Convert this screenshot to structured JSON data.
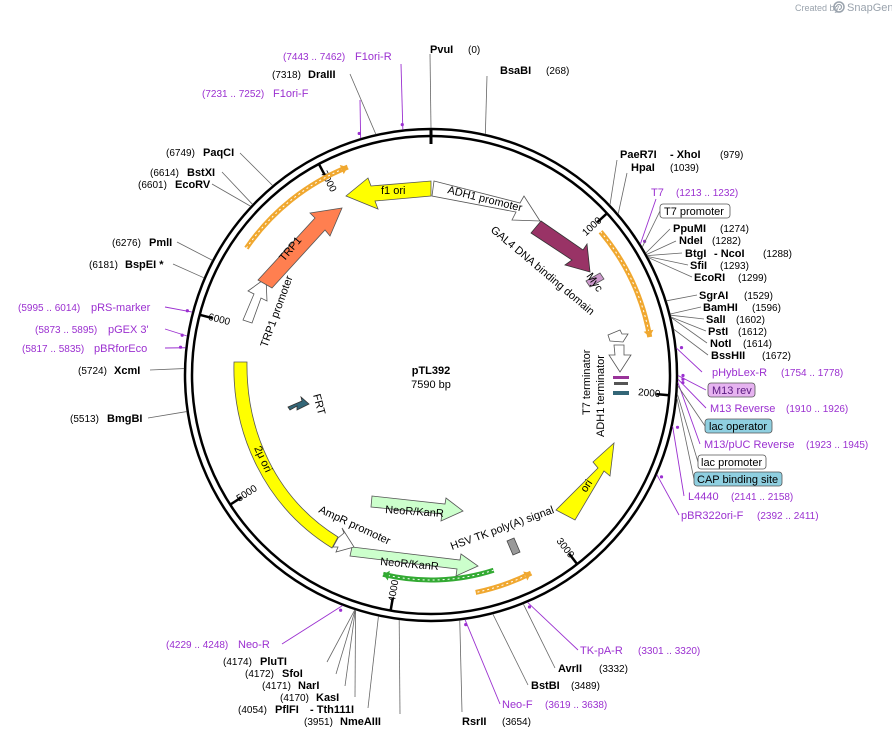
{
  "header": {
    "credit": "Created by",
    "brand": "SnapGene"
  },
  "plasmid": {
    "name": "pTL392",
    "size_label": "7590 bp",
    "length": 7590
  },
  "ticks": [
    {
      "pos": 1000,
      "label": "1000"
    },
    {
      "pos": 2000,
      "label": "2000"
    },
    {
      "pos": 3000,
      "label": "3000"
    },
    {
      "pos": 4000,
      "label": "4000"
    },
    {
      "pos": 5000,
      "label": "5000"
    },
    {
      "pos": 6000,
      "label": "6000"
    },
    {
      "pos": 7000,
      "label": "7000"
    }
  ],
  "sites": [
    {
      "name": "PvuI",
      "pos": "(0)",
      "bp": 0
    },
    {
      "name": "BsaBI",
      "pos": "(268)",
      "bp": 268
    },
    {
      "name": "PaeR7I",
      "suffix": "- XhoI",
      "pos": "(979)",
      "bp": 979
    },
    {
      "name": "HpaI",
      "pos": "(1039)",
      "bp": 1039
    },
    {
      "name": "PpuMI",
      "pos": "(1274)",
      "bp": 1274
    },
    {
      "name": "NdeI",
      "pos": "(1282)",
      "bp": 1282
    },
    {
      "name": "BtgI",
      "suffix": "- NcoI",
      "pos": "(1288)",
      "bp": 1288
    },
    {
      "name": "SfiI",
      "pos": "(1293)",
      "bp": 1293
    },
    {
      "name": "EcoRI",
      "pos": "(1299)",
      "bp": 1299
    },
    {
      "name": "SgrAI",
      "pos": "(1529)",
      "bp": 1529
    },
    {
      "name": "BamHI",
      "pos": "(1596)",
      "bp": 1596
    },
    {
      "name": "SalI",
      "pos": "(1602)",
      "bp": 1602
    },
    {
      "name": "PstI",
      "pos": "(1612)",
      "bp": 1612
    },
    {
      "name": "NotI",
      "pos": "(1614)",
      "bp": 1614
    },
    {
      "name": "BssHII",
      "pos": "(1672)",
      "bp": 1672
    },
    {
      "name": "AvrII",
      "pos": "(3332)",
      "bp": 3332
    },
    {
      "name": "BstBI",
      "pos": "(3489)",
      "bp": 3489
    },
    {
      "name": "RsrII",
      "pos": "(3654)",
      "bp": 3654
    },
    {
      "name": "NmeAIII",
      "pos": "(3951)",
      "bp": 3951
    },
    {
      "name": "PflFI",
      "suffix": "- Tth111I",
      "pos": "(4054)",
      "bp": 4054
    },
    {
      "name": "KasI",
      "pos": "(4170)",
      "bp": 4170
    },
    {
      "name": "NarI",
      "pos": "(4171)",
      "bp": 4171
    },
    {
      "name": "SfoI",
      "pos": "(4172)",
      "bp": 4172
    },
    {
      "name": "PluTI",
      "pos": "(4174)",
      "bp": 4174
    },
    {
      "name": "BmgBI",
      "pos": "(5513)",
      "bp": 5513
    },
    {
      "name": "XcmI",
      "pos": "(5724)",
      "bp": 5724
    },
    {
      "name": "BspEI *",
      "pos": "(6181)",
      "bp": 6181
    },
    {
      "name": "PmlI",
      "pos": "(6276)",
      "bp": 6276
    },
    {
      "name": "EcoRV",
      "pos": "(6601)",
      "bp": 6601
    },
    {
      "name": "BstXI",
      "pos": "(6614)",
      "bp": 6614
    },
    {
      "name": "PaqCI",
      "pos": "(6749)",
      "bp": 6749
    },
    {
      "name": "DraIII",
      "pos": "(7318)",
      "bp": 7318
    }
  ],
  "primers": [
    {
      "name": "F1ori-R",
      "pos": "(7443 .. 7462)"
    },
    {
      "name": "F1ori-F",
      "pos": "(7231 .. 7252)"
    },
    {
      "name": "T7",
      "pos": "(1213 .. 1232)"
    },
    {
      "name": "pHybLex-R",
      "pos": "(1754 .. 1778)"
    },
    {
      "name": "M13 rev"
    },
    {
      "name": "M13 Reverse",
      "pos": "(1910 .. 1926)"
    },
    {
      "name": "M13/pUC Reverse",
      "pos": "(1923 .. 1945)"
    },
    {
      "name": "L4440",
      "pos": "(2141 .. 2158)"
    },
    {
      "name": "pBR322ori-F",
      "pos": "(2392 .. 2411)"
    },
    {
      "name": "TK-pA-R",
      "pos": "(3301 .. 3320)"
    },
    {
      "name": "Neo-F",
      "pos": "(3619 .. 3638)"
    },
    {
      "name": "Neo-R",
      "pos": "(4229 .. 4248)"
    },
    {
      "name": "pRS-marker",
      "pos": "(5995 .. 6014)"
    },
    {
      "name": "pGEX 3'",
      "pos": "(5873 .. 5895)"
    },
    {
      "name": "pBRforEco",
      "pos": "(5817 .. 5835)"
    }
  ],
  "boxed_features": [
    {
      "name": "T7 promoter"
    },
    {
      "name": "lac operator"
    },
    {
      "name": "lac promoter"
    },
    {
      "name": "CAP binding site"
    }
  ],
  "features": [
    {
      "name": "f1 ori",
      "color": "#ffff00"
    },
    {
      "name": "ADH1 promoter",
      "color": "#ffffff"
    },
    {
      "name": "GAL4 DNA binding domain",
      "color": "#993366"
    },
    {
      "name": "Myc",
      "color": "#cc99cc"
    },
    {
      "name": "T7 terminator",
      "color": "#ffffff"
    },
    {
      "name": "ADH1 terminator",
      "color": "#ffffff"
    },
    {
      "name": "ori",
      "color": "#ffff00"
    },
    {
      "name": "HSV TK poly(A) signal",
      "color": "#999999"
    },
    {
      "name": "NeoR/KanR",
      "color": "#ccffcc"
    },
    {
      "name": "AmpR promoter",
      "color": "#ffffff"
    },
    {
      "name": "2μ ori",
      "color": "#ffff00"
    },
    {
      "name": "FRT",
      "color": "#336677"
    },
    {
      "name": "TRP1 promoter",
      "color": "#ffffff"
    },
    {
      "name": "TRP1",
      "color": "#ff7f50"
    }
  ],
  "colors": {
    "primer": "#9b30d0",
    "orf_arc": "#f0a830",
    "orf_green": "#33aa33",
    "backbone": "#000000"
  }
}
